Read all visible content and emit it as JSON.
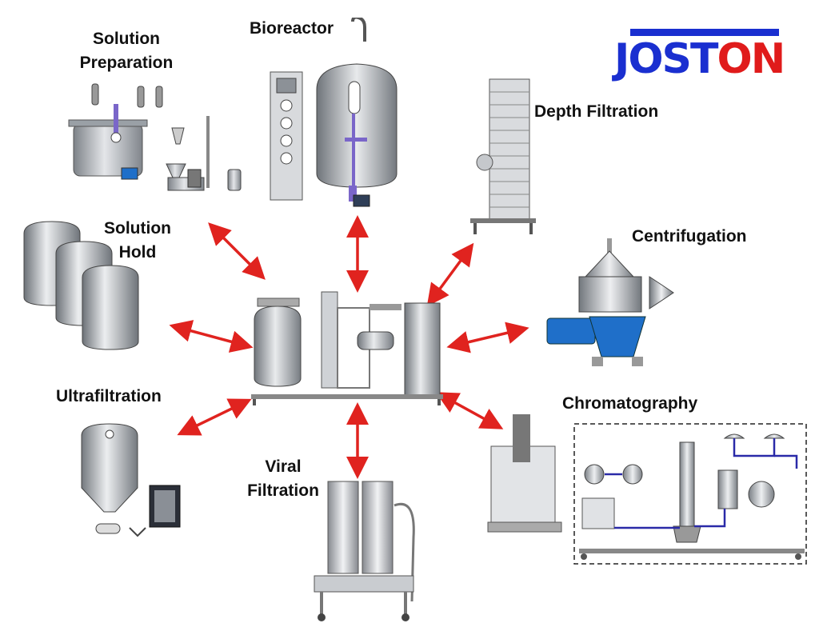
{
  "logo": {
    "part1": "JOST",
    "part2": "ON"
  },
  "center": {
    "name": ""
  },
  "nodes": {
    "bioreactor": "Bioreactor",
    "solution_preparation_line1": "Solution",
    "solution_preparation_line2": "Preparation",
    "depth_filtration": "Depth Filtration",
    "solution_hold_line1": "Solution",
    "solution_hold_line2": "Hold",
    "centrifugation": "Centrifugation",
    "ultrafiltration": "Ultrafiltration",
    "chromatography": "Chromatography",
    "viral_filtration_line1": "Viral",
    "viral_filtration_line2": "Filtration"
  },
  "colors": {
    "arrow": "#e0231f",
    "logo_blue": "#1a2fd0",
    "logo_red": "#e01b1b",
    "steel": "#b8bcc2",
    "motor": "#1f6fc9"
  }
}
